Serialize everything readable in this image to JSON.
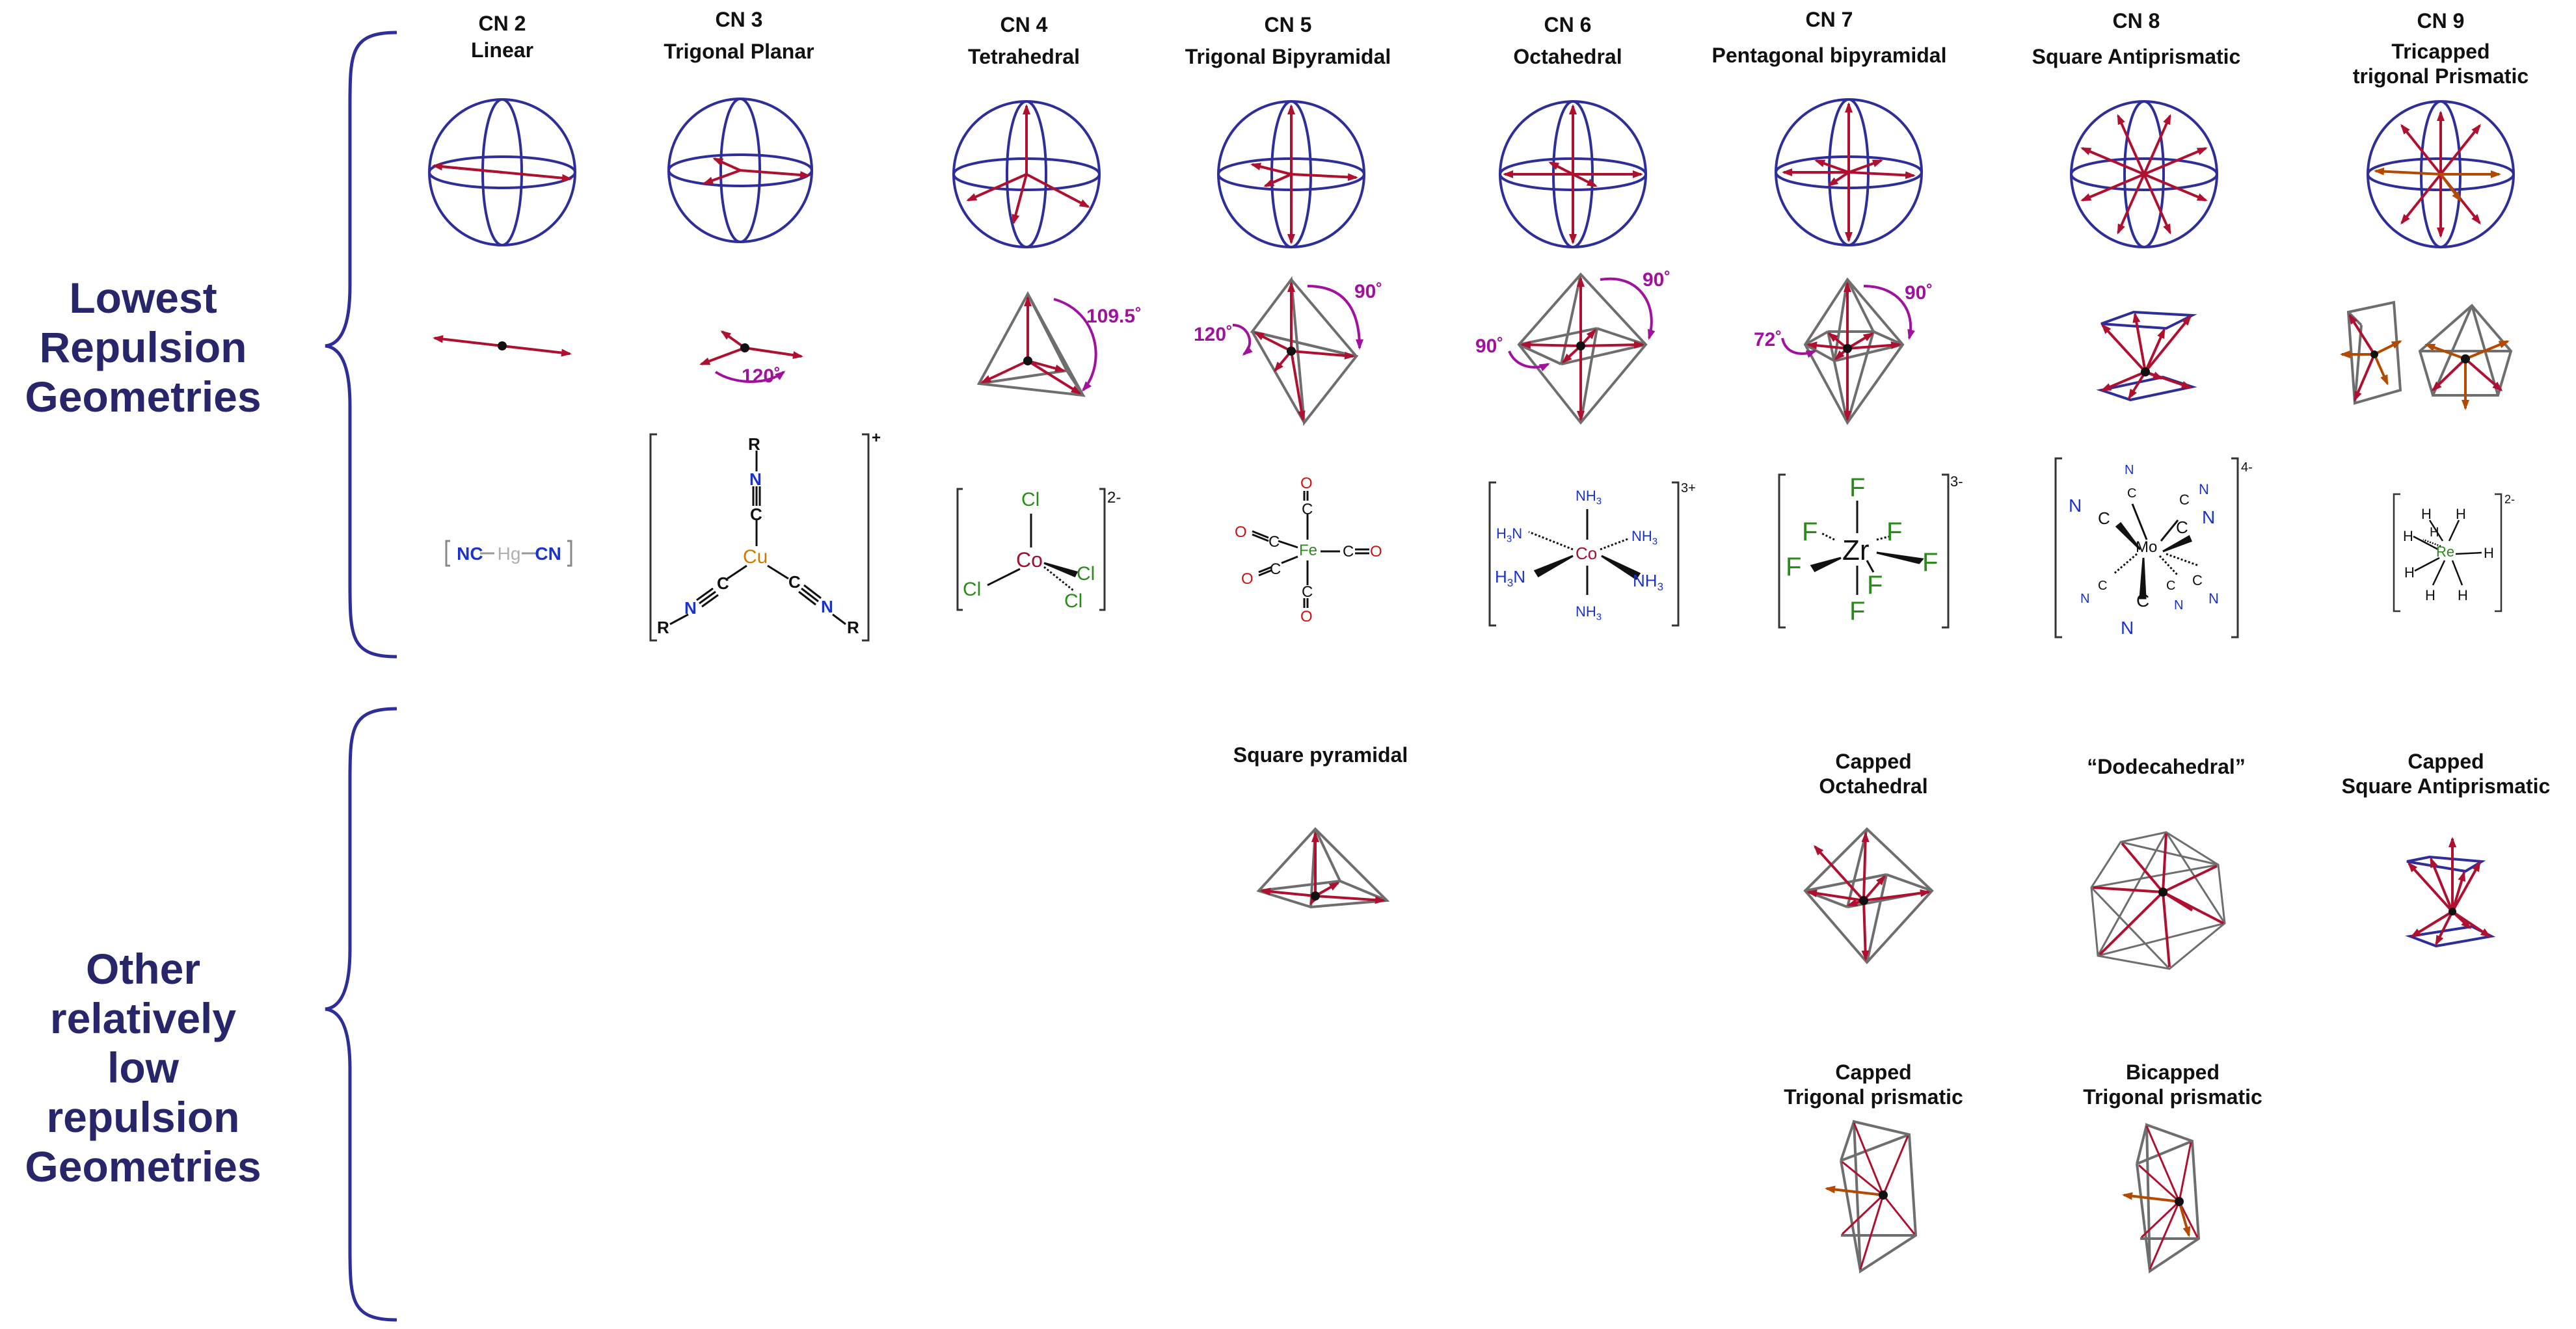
{
  "groups": {
    "lowest": "Lowest\nRepulsion\nGeometries",
    "other": "Other\nrelatively\nlow\nrepulsion\nGeometries"
  },
  "columns": [
    {
      "cn": "CN 2",
      "name": "Linear"
    },
    {
      "cn": "CN 3",
      "name": "Trigonal Planar"
    },
    {
      "cn": "CN 4",
      "name": "Tetrahedral"
    },
    {
      "cn": "CN 5",
      "name": "Trigonal Bipyramidal"
    },
    {
      "cn": "CN 6",
      "name": "Octahedral"
    },
    {
      "cn": "CN 7",
      "name": "Pentagonal bipyramidal"
    },
    {
      "cn": "CN 8",
      "name": "Square Antiprismatic"
    },
    {
      "cn": "CN 9",
      "name": "Tricapped\ntrigonal Prismatic"
    }
  ],
  "angles": {
    "trigonal": "120˚",
    "tetrahedral": "109.5˚",
    "tbp_eq": "120˚",
    "tbp_ax": "90˚",
    "oct_a": "90˚",
    "oct_b": "90˚",
    "pbp_eq": "72˚",
    "pbp_ax": "90˚"
  },
  "complexes": {
    "hg": {
      "left": "NC",
      "metal": "Hg",
      "right": "CN"
    },
    "cu": {
      "metal": "Cu",
      "charge": "+",
      "n": "N",
      "c": "C",
      "r": "R"
    },
    "co4": {
      "metal": "Co",
      "ligand": "Cl",
      "charge": "2-"
    },
    "fe": {
      "metal": "Fe",
      "o": "O",
      "c": "C"
    },
    "co6": {
      "metal": "Co",
      "nh3": "NH",
      "h3n": "H",
      "charge": "3+",
      "three": "3"
    },
    "zr": {
      "metal": "Zr",
      "ligand": "F",
      "charge": "3-"
    },
    "mo": {
      "metal": "Mo",
      "n": "N",
      "c": "C",
      "charge": "4-"
    },
    "re": {
      "metal": "Re",
      "h": "H",
      "charge": "2-"
    }
  },
  "other_geometries": {
    "square_pyramidal": "Square pyramidal",
    "capped_octahedral": "Capped\nOctahedral",
    "dodecahedral": "“Dodecahedral”",
    "capped_square_antiprismatic": "Capped\nSquare Antiprismatic",
    "capped_trigonal_prismatic": "Capped\nTrigonal prismatic",
    "bicapped_trigonal_prismatic": "Bicapped\nTrigonal prismatic"
  },
  "colors": {
    "brace": "#2e2e9a",
    "sphere": "#2e2e9a",
    "arrow": "#b0102f",
    "angle": "#a0129e",
    "frame": "#6e6e6e",
    "nitrogen": "#1a33cc",
    "halogen": "#2a8a1a",
    "metal_cu": "#d07800",
    "metal_co": "#a0102f",
    "metal_fe": "#2a8a1a",
    "oxygen": "#d01010",
    "orange_arrow": "#b44a00"
  }
}
